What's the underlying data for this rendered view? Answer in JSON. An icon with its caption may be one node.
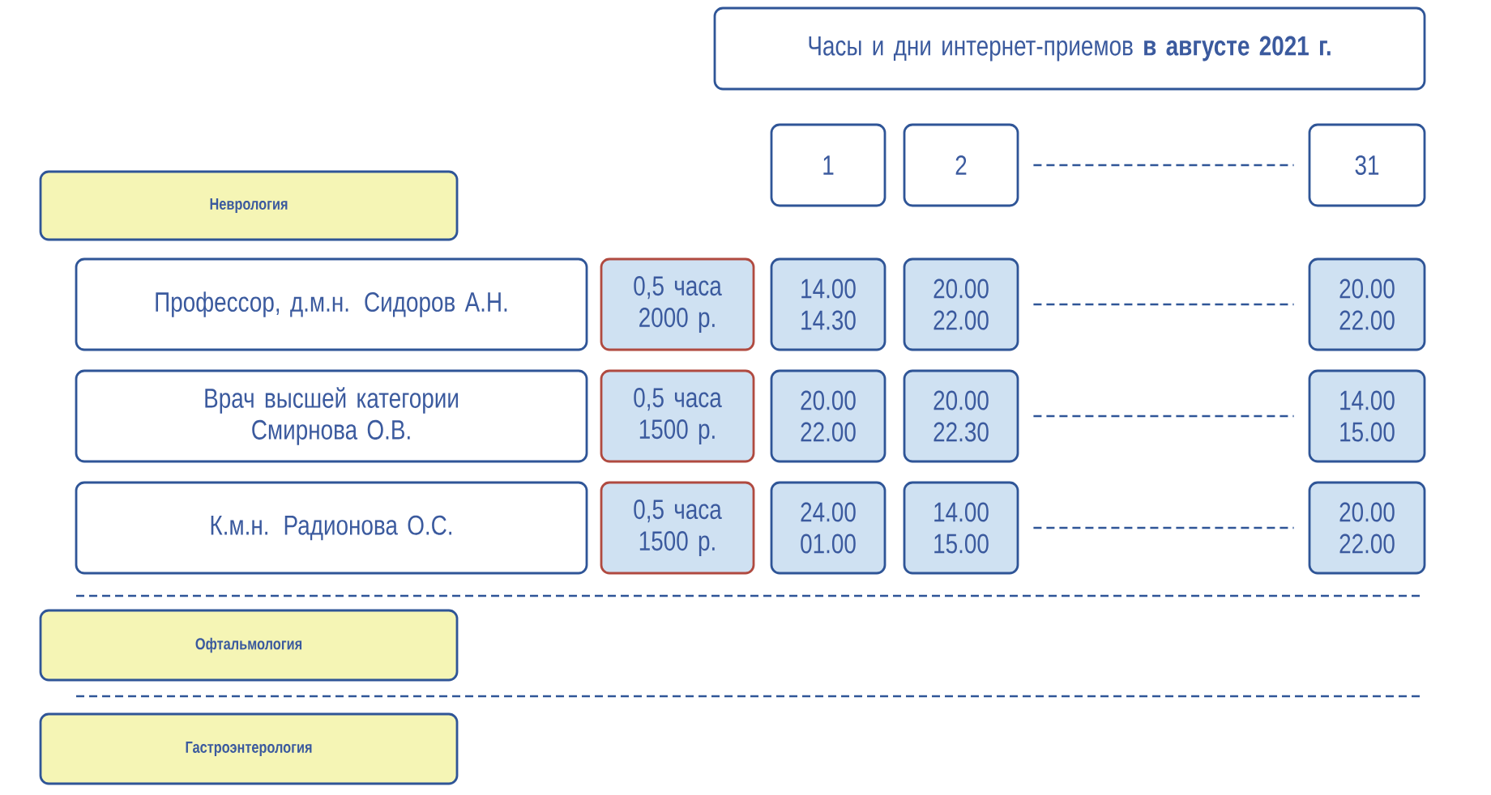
{
  "diagram": {
    "nodes": [
      {
        "text": [
          "Часы и дни интернет-приемов **в августе 2021 г.**"
        ]
      },
      {
        "text": [
          "1"
        ]
      },
      {
        "text": [
          "2"
        ]
      },
      {
        "text": [
          "31"
        ]
      },
      {
        "text": [
          "Неврология"
        ]
      },
      {
        "text": [
          "Профессор, д.м.н. Сидоров А.Н."
        ]
      },
      {
        "text": [
          "0,5 часа 2000 р."
        ]
      },
      {
        "text": [
          "14.00 14.30"
        ]
      },
      {
        "text": [
          "20.00 22.00"
        ]
      },
      {
        "text": [
          "20.00 22.00"
        ]
      },
      {
        "text": [
          "Врач высшей категории Смирнова О.В."
        ]
      },
      {
        "text": [
          "0,5 часа 1500 р."
        ]
      },
      {
        "text": [
          "20.00 22.00"
        ]
      },
      {
        "text": [
          "20.00 22.30"
        ]
      },
      {
        "text": [
          "14.00 15.00"
        ]
      },
      {
        "text": [
          "К.м.н. Радионова О.С."
        ]
      },
      {
        "text": [
          "0,5 часа 1500 р."
        ]
      },
      {
        "text": [
          "24.00 01.00"
        ]
      },
      {
        "text": [
          "14.00 15.00"
        ]
      },
      {
        "text": [
          "20.00 22.00"
        ]
      },
      {
        "text": [
          "Офтальмология"
        ]
      },
      {
        "text": [
          "Гастроэнтерология"
        ]
      }
    ],
    "edges": [
      {
        "from": 2,
        "to": 3,
        "arrow": "none",
        "style": "dashed"
      },
      {
        "from": 8,
        "to": 9,
        "arrow": "none",
        "style": "dashed"
      },
      {
        "from": 13,
        "to": 14,
        "arrow": "none",
        "style": "dashed"
      },
      {
        "from": 18,
        "to": 19,
        "arrow": "none",
        "style": "dashed"
      }
    ]
  }
}
